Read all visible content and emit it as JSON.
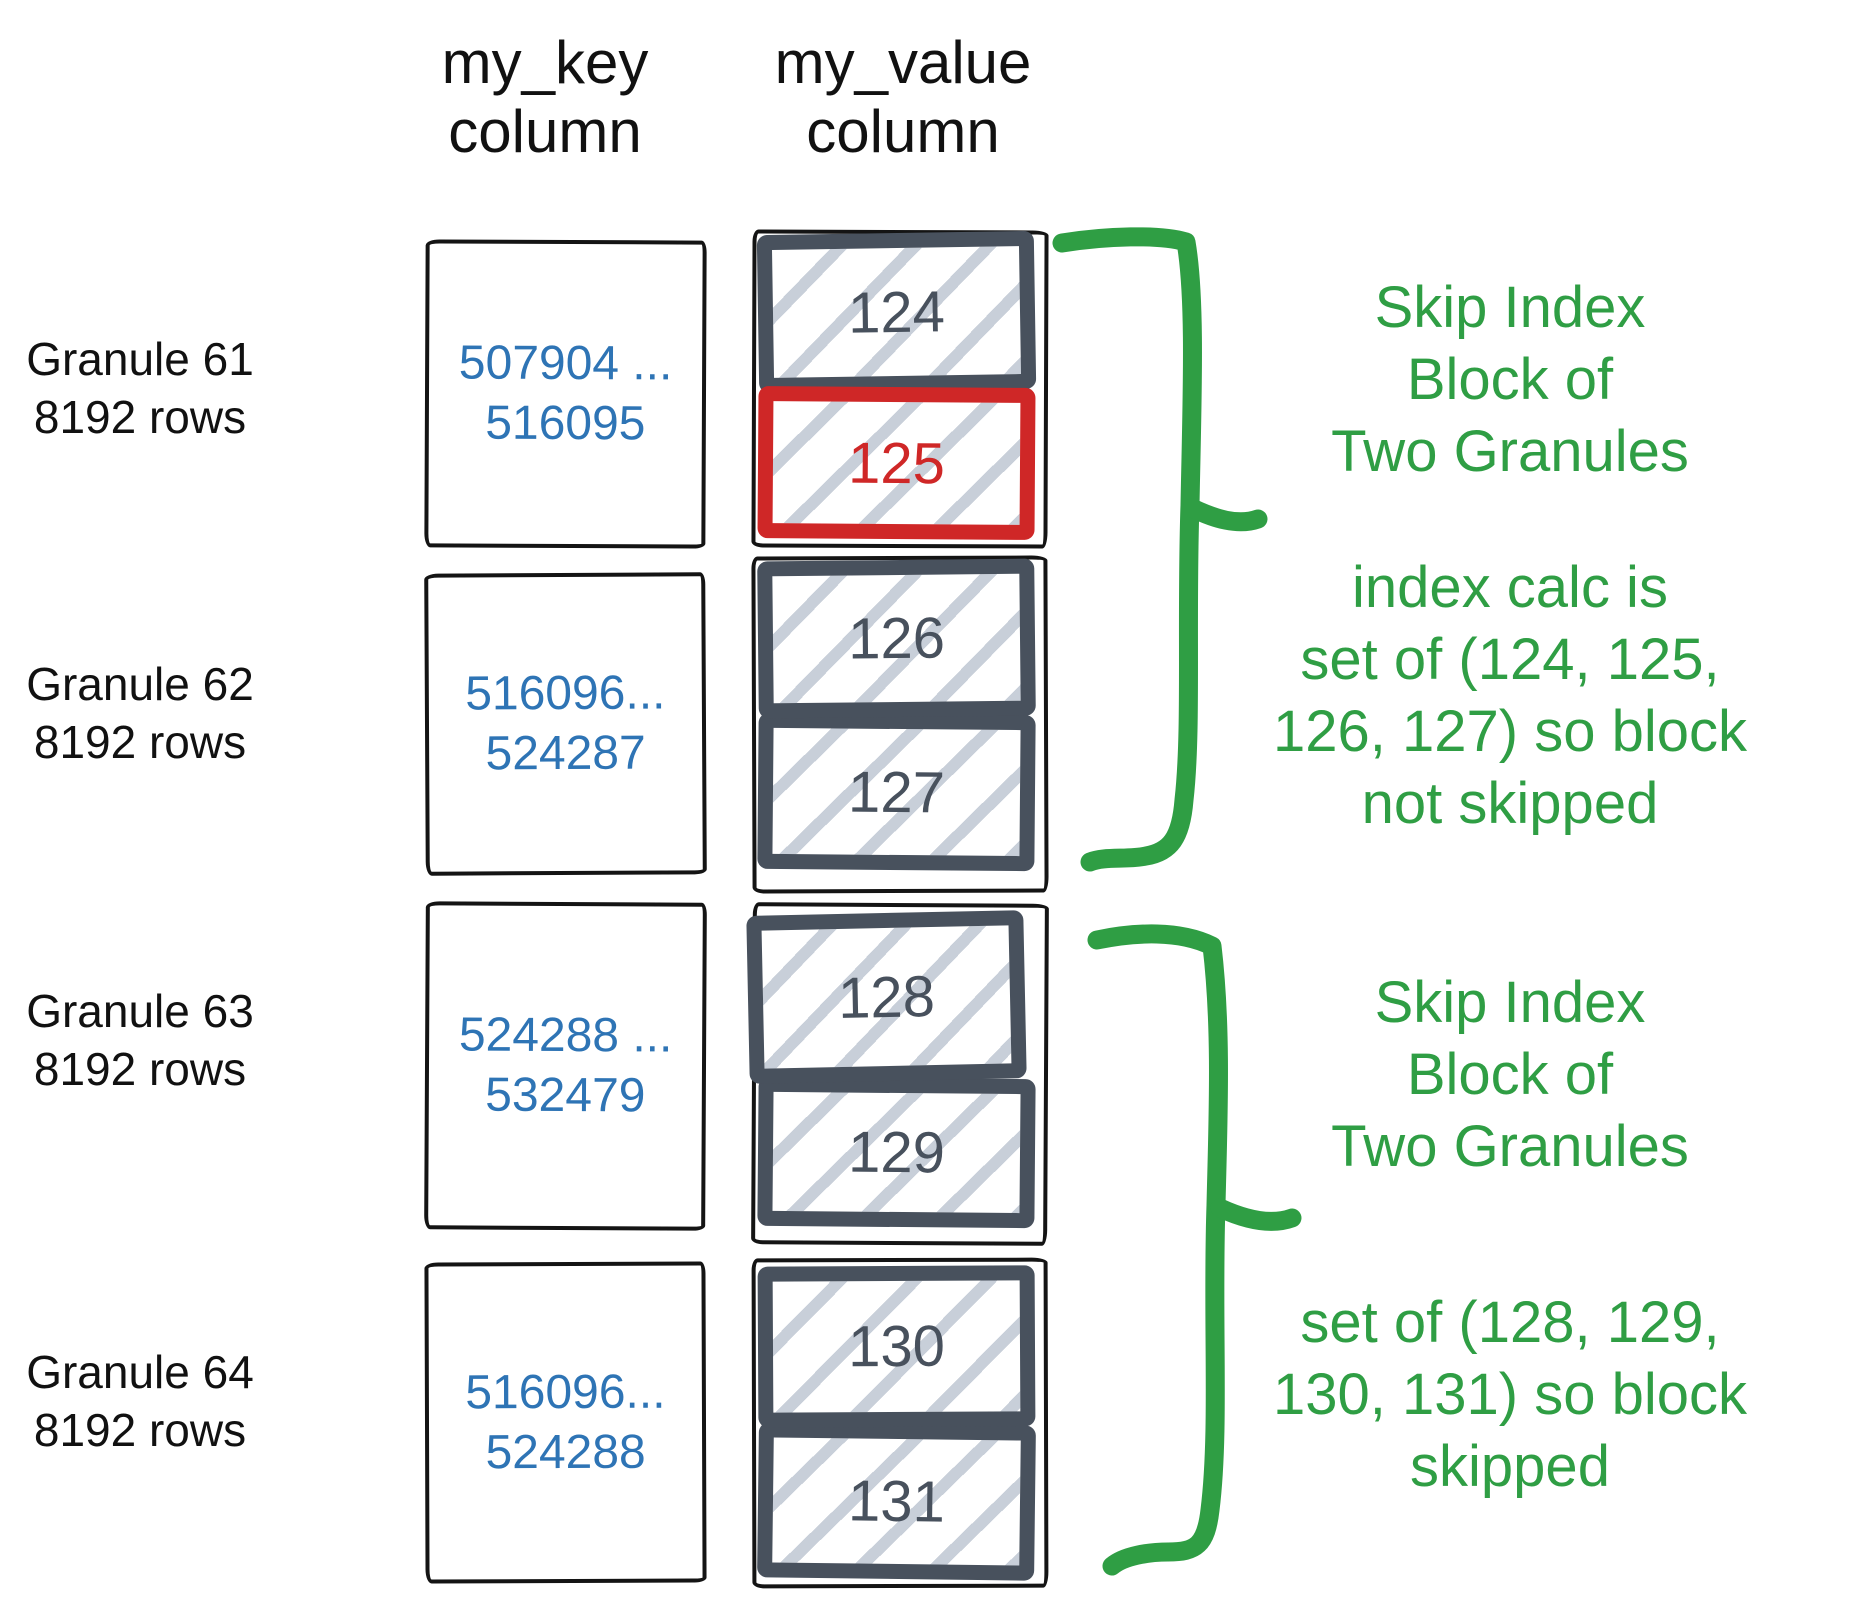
{
  "headers": {
    "key": [
      "my_key",
      "column"
    ],
    "value": [
      "my_value",
      "column"
    ]
  },
  "granules": [
    {
      "label": [
        "Granule 61",
        "8192 rows"
      ],
      "key_range": [
        "507904 ...",
        "516095"
      ],
      "blocks": [
        {
          "value": "124",
          "highlighted": false
        },
        {
          "value": "125",
          "highlighted": true
        }
      ]
    },
    {
      "label": [
        "Granule 62",
        "8192 rows"
      ],
      "key_range": [
        "516096...",
        "524287"
      ],
      "blocks": [
        {
          "value": "126",
          "highlighted": false
        },
        {
          "value": "127",
          "highlighted": false
        }
      ]
    },
    {
      "label": [
        "Granule 63",
        "8192 rows"
      ],
      "key_range": [
        "524288 ...",
        "532479"
      ],
      "blocks": [
        {
          "value": "128",
          "highlighted": false
        },
        {
          "value": "129",
          "highlighted": false
        }
      ]
    },
    {
      "label": [
        "Granule 64",
        "8192 rows"
      ],
      "key_range": [
        "516096...",
        "524288"
      ],
      "blocks": [
        {
          "value": "130",
          "highlighted": false
        },
        {
          "value": "131",
          "highlighted": false
        }
      ]
    }
  ],
  "annotations": [
    {
      "id": "block1_title",
      "lines": [
        "Skip Index",
        "Block of",
        "Two Granules"
      ]
    },
    {
      "id": "block1_result",
      "lines": [
        "index calc is",
        "set of (124, 125,",
        "126, 127) so block",
        "not skipped"
      ]
    },
    {
      "id": "block2_title",
      "lines": [
        "Skip Index",
        "Block of",
        "Two Granules"
      ]
    },
    {
      "id": "block2_result",
      "lines": [
        "set of (128, 129,",
        "130, 131) so block",
        "skipped"
      ]
    }
  ],
  "colors": {
    "key_range_blue": "#2e74b5",
    "annotation_green": "#2f9e44",
    "block_slate": "#48515d",
    "highlight_red": "#cf2727",
    "hatch_gray": "#c8cfd9",
    "ink": "#141414"
  }
}
